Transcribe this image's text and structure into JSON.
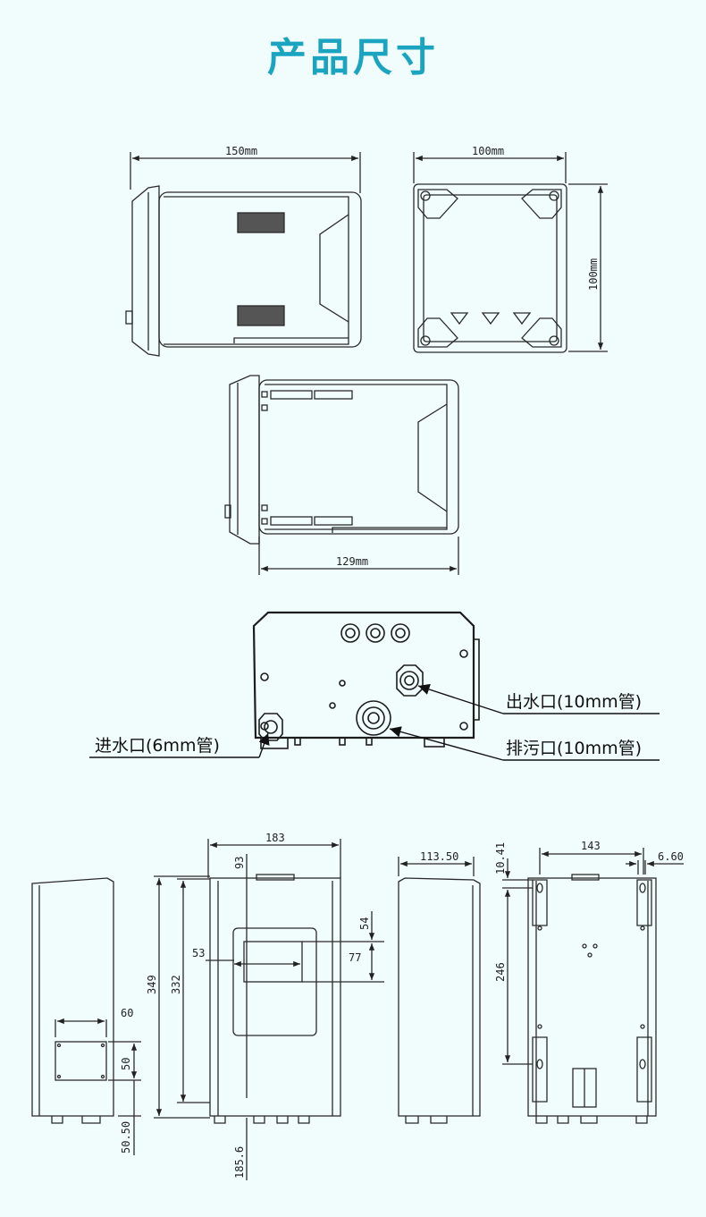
{
  "page_title": "产品尺寸",
  "top_views": {
    "side_width": "150mm",
    "front_width": "100mm",
    "front_height": "100mm",
    "bottom_depth": "129mm"
  },
  "ports": {
    "outlet": "出水口(10mm管)",
    "drain": "排污口(10mm管)",
    "inlet": "进水口(6mm管)"
  },
  "cabinet_dims": {
    "front_width": "183",
    "front_top_offset": "93",
    "front_height_total": "349",
    "front_height_body": "332",
    "display_left": "53",
    "display_width": "77",
    "display_top": "54",
    "bottom_offset": "185.6",
    "side_panel_width": "60",
    "side_panel_height": "50",
    "side_bottom": "50.50",
    "side_depth": "113.50",
    "back_width": "143",
    "back_top": "10.41",
    "back_margin": "6.60",
    "back_hole_spacing": "246"
  },
  "colors": {
    "accent": "#1aa4bf",
    "line": "#2a2a2a",
    "background": "#f1fcfd"
  }
}
